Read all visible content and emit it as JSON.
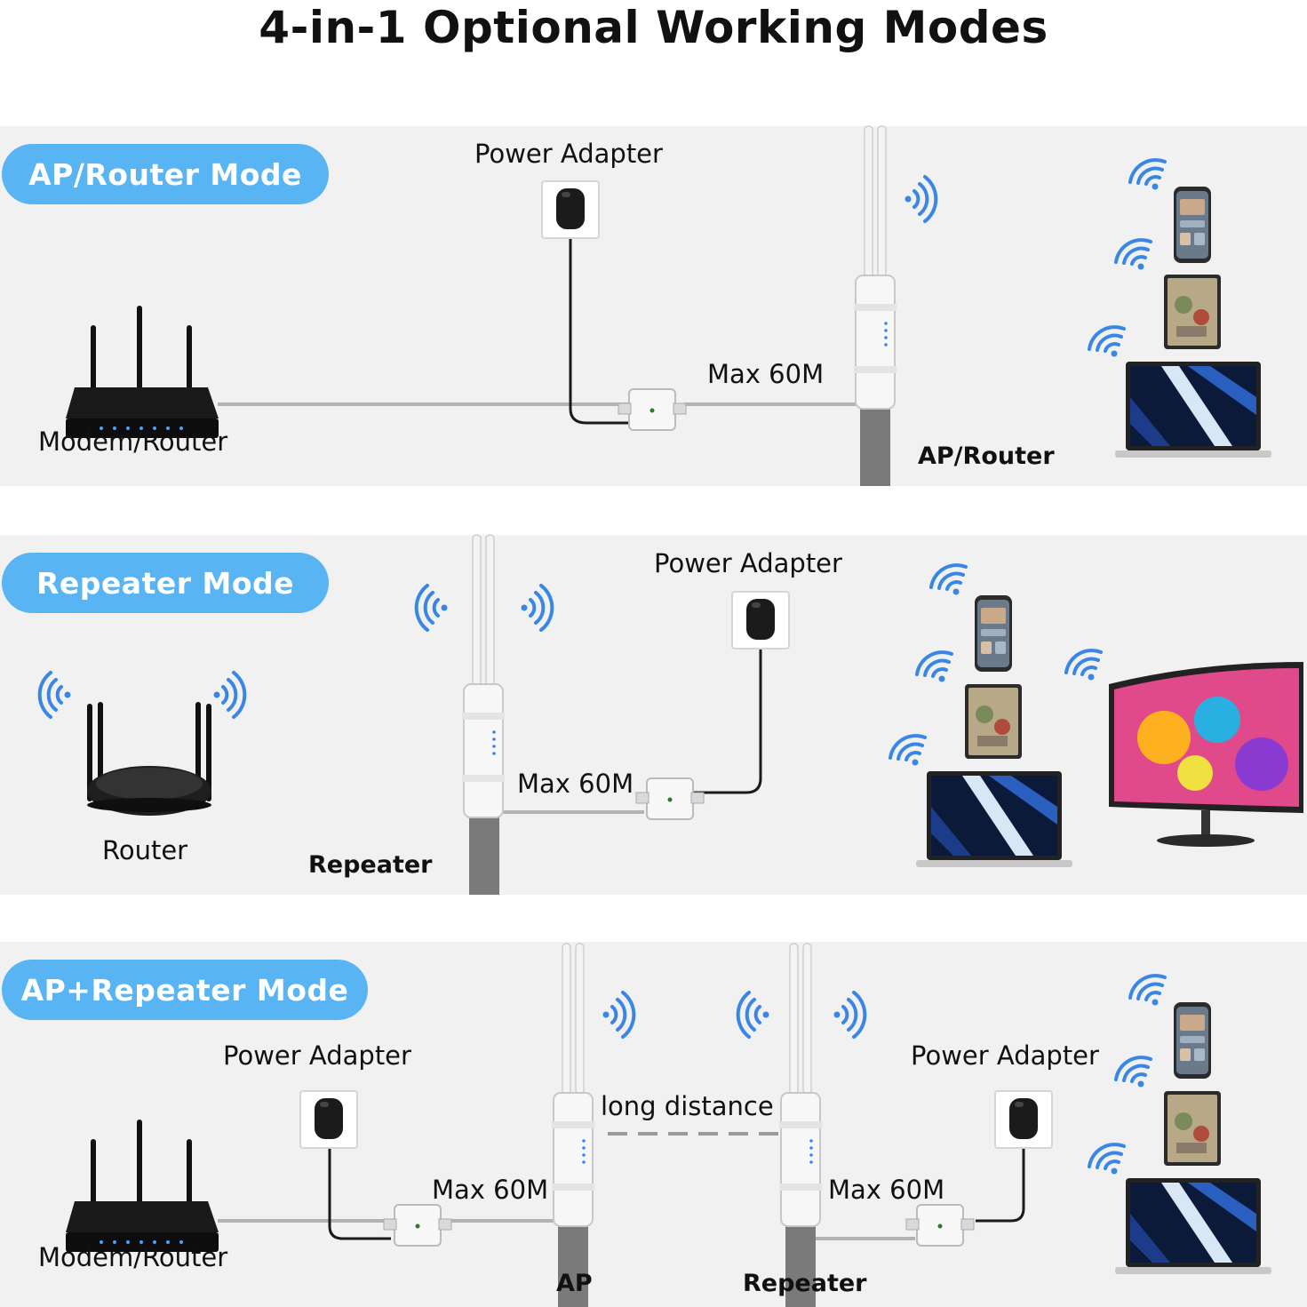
{
  "title": "4-in-1 Optional Working Modes",
  "colors": {
    "accent": "#58b4f2",
    "wifi": "#3a86e6",
    "panel": "#f1f1f1",
    "pole": "#7a7a7a",
    "cable": "#b3b3b3"
  },
  "icons": [
    "wifi-waves-icon",
    "router-icon",
    "access-point-icon",
    "power-adapter-icon",
    "poe-injector-icon",
    "phone-icon",
    "tablet-icon",
    "laptop-icon",
    "monitor-icon"
  ],
  "modes": [
    {
      "name": "AP/Router Mode",
      "power_adapter": "Power Adapter",
      "source": "Modem/Router",
      "distance": "Max 60M",
      "device": "AP/Router"
    },
    {
      "name": "Repeater Mode",
      "power_adapter": "Power Adapter",
      "source": "Router",
      "distance": "Max 60M",
      "device": "Repeater"
    },
    {
      "name": "AP+Repeater Mode",
      "power_adapter_left": "Power Adapter",
      "power_adapter_right": "Power Adapter",
      "source": "Modem/Router",
      "distance_left": "Max 60M",
      "distance_right": "Max 60M",
      "link": "long distance",
      "device_left": "AP",
      "device_right": "Repeater"
    }
  ]
}
